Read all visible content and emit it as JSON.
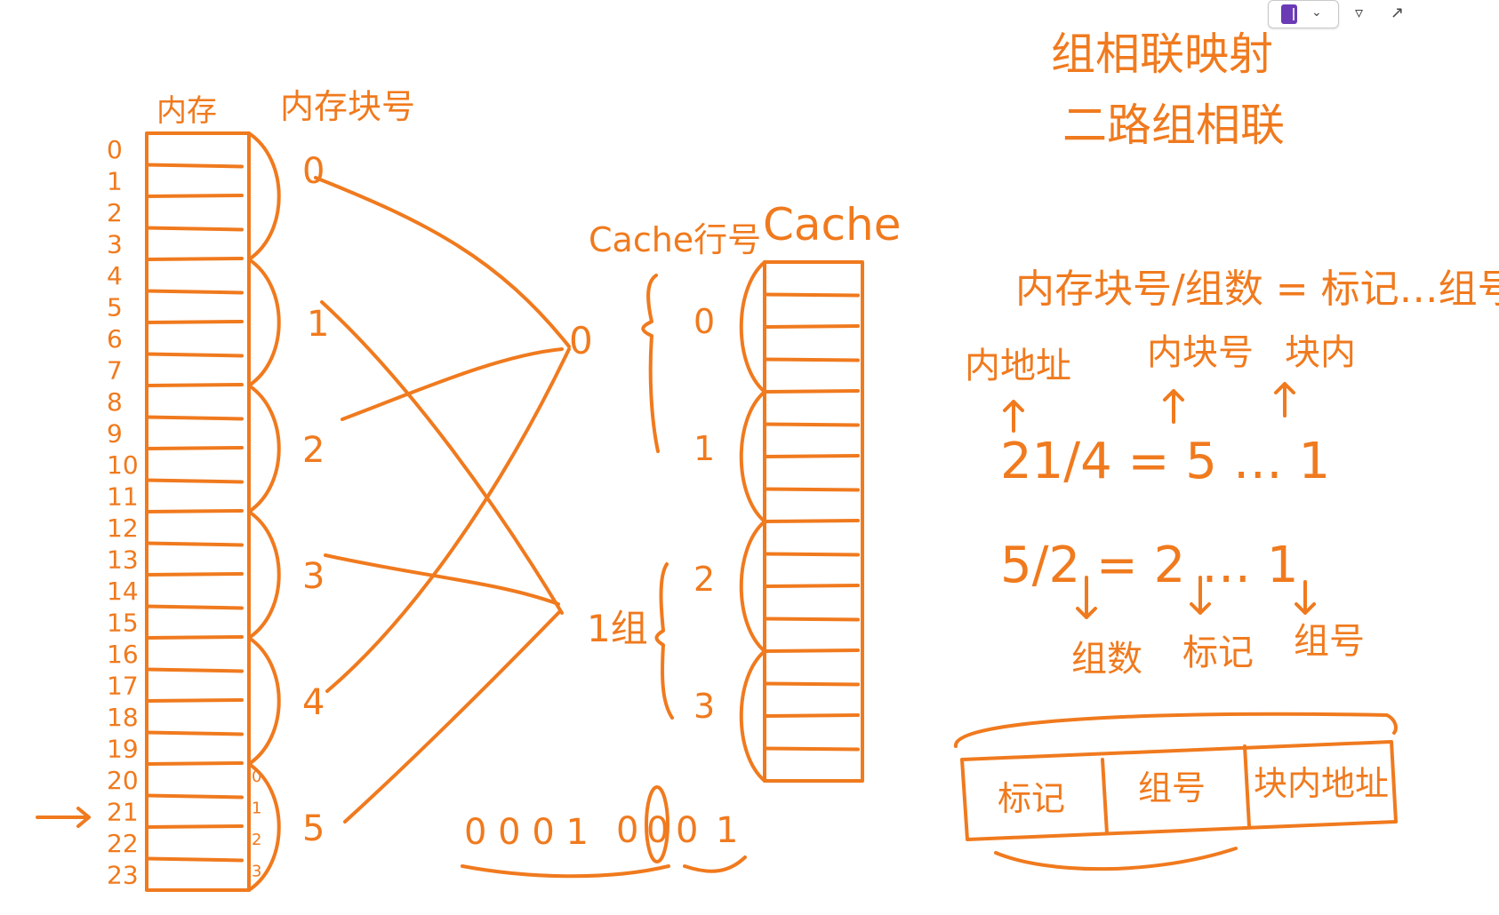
{
  "title": [
    "组相联映射",
    "二路组相联"
  ],
  "memory": {
    "header": "内存",
    "block_header": "内存块号",
    "addresses": [
      "0",
      "1",
      "2",
      "3",
      "4",
      "5",
      "6",
      "7",
      "8",
      "9",
      "10",
      "11",
      "12",
      "13",
      "14",
      "15",
      "16",
      "17",
      "18",
      "19",
      "20",
      "21",
      "22",
      "23"
    ],
    "blocks": [
      "0",
      "1",
      "2",
      "3",
      "4",
      "5"
    ],
    "last_block_offsets": [
      "0",
      "1",
      "2",
      "3"
    ]
  },
  "cache": {
    "header": "Cache",
    "line_header": "Cache行号",
    "lines": [
      "0",
      "1",
      "2",
      "3"
    ],
    "groups": [
      "0",
      "1组"
    ]
  },
  "formulas": {
    "main": "内存块号/组数 = 标记…组号",
    "labels": [
      "内地址",
      "内块号",
      "块内"
    ],
    "division1": "21/4 = 5 … 1",
    "division2": "5/2 = 2 … 1",
    "results": [
      "组数",
      "标记",
      "组号"
    ]
  },
  "address_format": [
    "标记",
    "组号",
    "块内地址"
  ],
  "binary": {
    "high": "0 0 0 1",
    "low": [
      "0",
      "0",
      "0",
      "1"
    ]
  },
  "icons": [
    "notebook-icon",
    "chevron-down-icon",
    "highlighter-icon",
    "expand-icon"
  ],
  "colors": {
    "ink": "#F07A1E",
    "notebook": "#6A3BB4"
  }
}
